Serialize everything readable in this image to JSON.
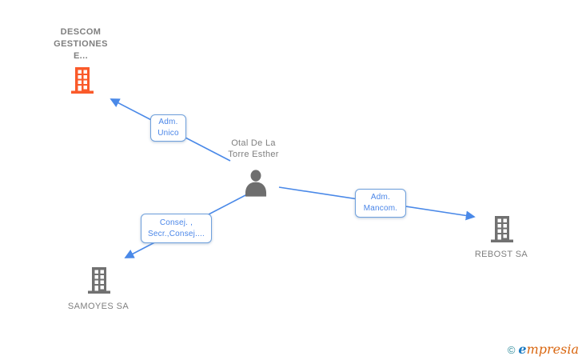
{
  "person": {
    "name_line1": "Otal De La",
    "name_line2": "Torre Esther"
  },
  "companies": {
    "descom": {
      "name_line1": "DESCOM",
      "name_line2": "GESTIONES",
      "name_line3": "E..."
    },
    "rebost": {
      "name": "REBOST SA"
    },
    "samoyes": {
      "name": "SAMOYES SA"
    }
  },
  "relationships": {
    "adm_unico": {
      "line1": "Adm.",
      "line2": "Unico"
    },
    "adm_mancom": {
      "line1": "Adm.",
      "line2": "Mancom."
    },
    "consej": {
      "line1": "Consej. ,",
      "line2": "Secr.,Consej...."
    }
  },
  "colors": {
    "edge_blue": "#4a89e8",
    "label_text_blue": "#4a86e8",
    "label_border_blue": "#6fa0dc",
    "company_orange": "#fa5a2a",
    "company_gray": "#717171",
    "person_gray": "#6e6e6e",
    "text_gray": "#7f7f7f",
    "logo_teal": "#2e8b9b",
    "logo_blue": "#1a7ac2",
    "logo_orange": "#d9660f"
  },
  "footer": {
    "copyright_symbol": "©",
    "brand_first_letter": "e",
    "brand_rest": "mpresia"
  }
}
